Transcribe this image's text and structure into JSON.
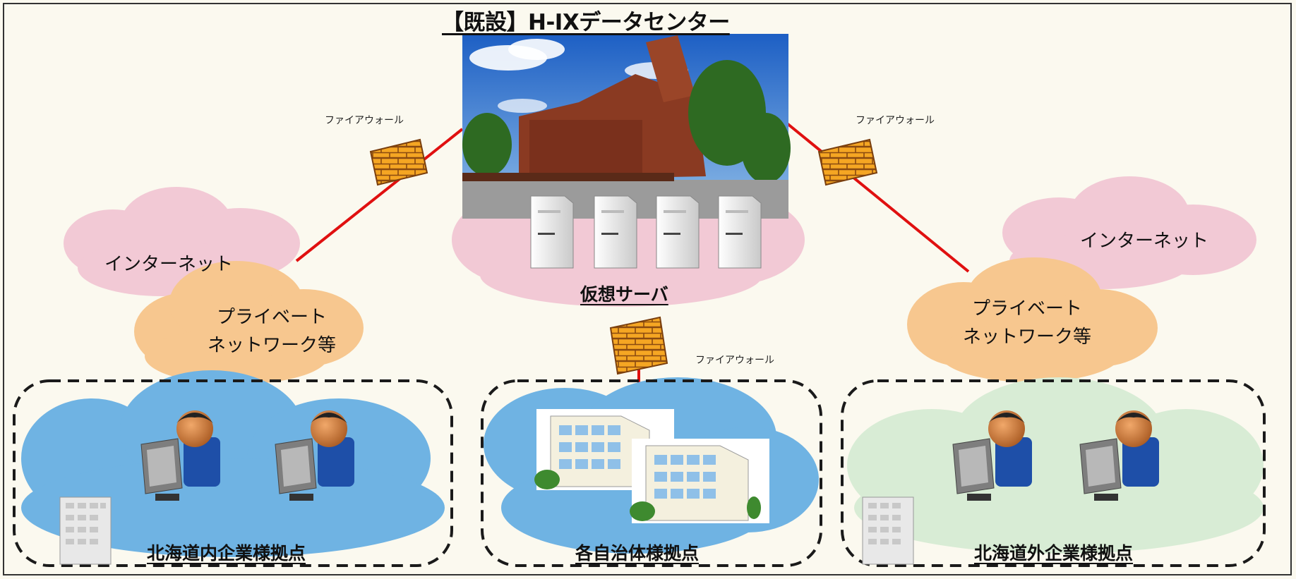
{
  "title": "【既設】H-IXデータセンター",
  "firewall_label": "ファイアウォール",
  "virtual_server_label": "仮想サーバ",
  "internet_label": "インターネット",
  "private_network_label": {
    "line1": "プライベート",
    "line2": "ネットワーク等"
  },
  "sites": {
    "hokkaido_inside": "北海道内企業様拠点",
    "municipalities": "各自治体様拠点",
    "hokkaido_outside": "北海道外企業様拠点"
  },
  "colors": {
    "internet_cloud": "#f2c9d5",
    "private_cloud": "#f7c78f",
    "server_cloud": "#f2c9d5",
    "blue_cloud": "#6fb3e3",
    "green_cloud": "#d8ecd5",
    "link_line": "#e01010",
    "firewall_brick": "#f0a020"
  },
  "icons": [
    "firewall-icon",
    "server-icon",
    "person-computer-icon",
    "office-building-icon",
    "datacenter-photo"
  ]
}
